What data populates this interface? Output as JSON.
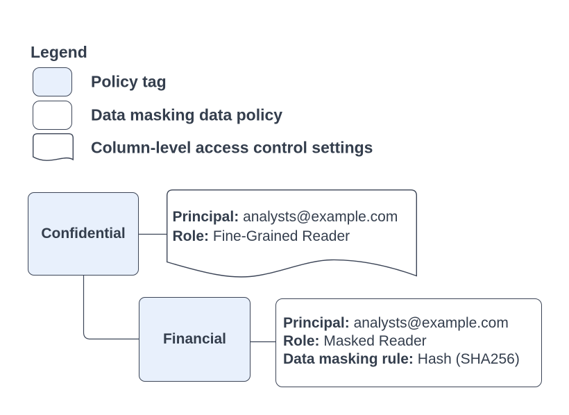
{
  "colors": {
    "policy_tag_fill": "#e8f0fc",
    "card_fill": "#ffffff",
    "stroke": "#3b4456",
    "text": "#343e4d",
    "background": "#ffffff"
  },
  "legend": {
    "title": "Legend",
    "items": [
      {
        "swatch": "policy-tag",
        "label": "Policy tag"
      },
      {
        "swatch": "data-masking-policy",
        "label": "Data masking data policy"
      },
      {
        "swatch": "column-acl",
        "label": "Column-level access control settings"
      }
    ]
  },
  "diagram": {
    "nodes": [
      {
        "id": "confidential",
        "type": "policy-tag",
        "label": "Confidential"
      },
      {
        "id": "financial",
        "type": "policy-tag",
        "label": "Financial"
      }
    ],
    "acl_card": {
      "type": "column-level-access-control-settings",
      "lines": [
        {
          "label": "Principal:",
          "value": "analysts@example.com"
        },
        {
          "label": "Role:",
          "value": "Fine-Grained Reader"
        }
      ]
    },
    "masking_card": {
      "type": "data-masking-data-policy",
      "lines": [
        {
          "label": "Principal:",
          "value": "analysts@example.com"
        },
        {
          "label": "Role:",
          "value": "Masked Reader"
        },
        {
          "label": "Data masking rule:",
          "value": "Hash (SHA256)"
        }
      ]
    }
  }
}
